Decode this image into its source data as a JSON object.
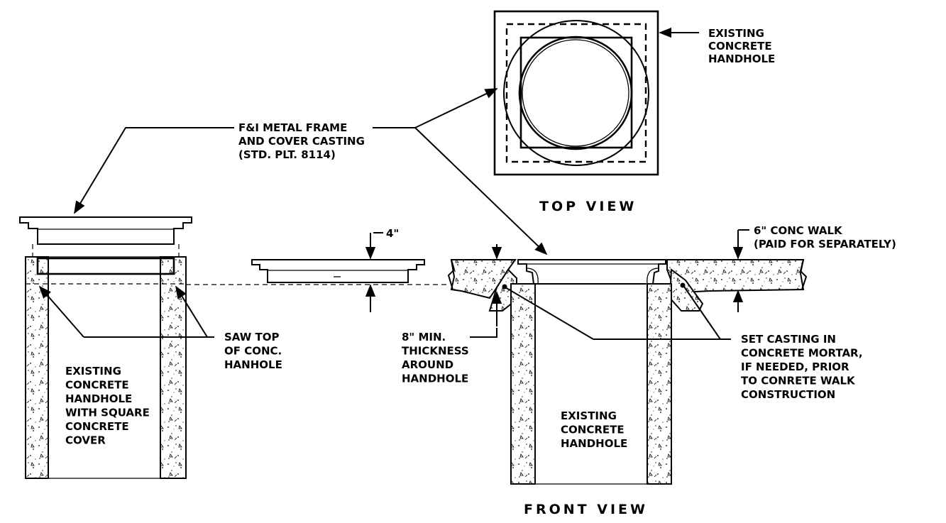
{
  "labels": {
    "existing_concrete_handhole_top": "EXISTING\nCONCRETE\nHANDHOLE",
    "frame_casting": "F&I METAL FRAME\nAND COVER CASTING\n(STD. PLT. 8114)",
    "top_view": "TOP VIEW",
    "front_view": "FRONT VIEW",
    "dim_4in": "4\"",
    "conc_walk": "6\" CONC WALK\n(PAID FOR SEPARATELY)",
    "saw_top": "SAW TOP\nOF CONC.\nHANHOLE",
    "existing_square_cover": "EXISTING\nCONCRETE\nHANDHOLE\nWITH SQUARE\nCONCRETE\nCOVER",
    "min_thickness": "8\" MIN.\nTHICKNESS\nAROUND\nHANDHOLE",
    "set_casting": "SET CASTING IN\nCONCRETE MORTAR,\nIF NEEDED, PRIOR\nTO CONRETE WALK\nCONSTRUCTION",
    "existing_concrete_handhole_front": "EXISTING\nCONCRETE\nHANDHOLE"
  },
  "colors": {
    "line": "#000000",
    "background": "#ffffff"
  }
}
